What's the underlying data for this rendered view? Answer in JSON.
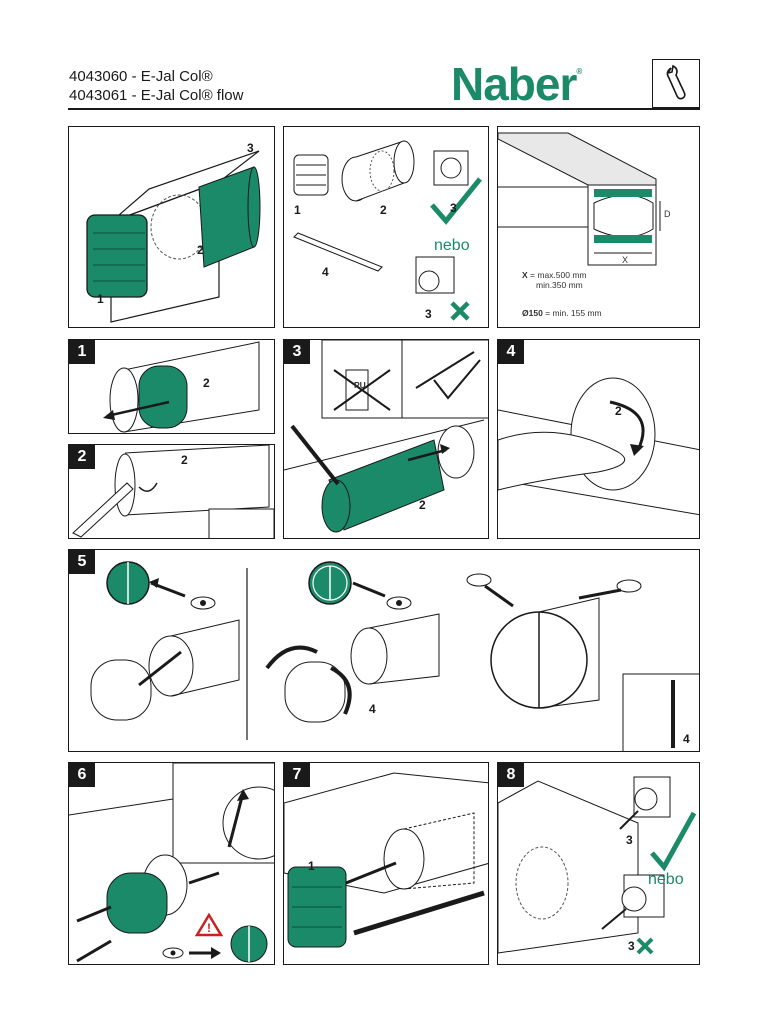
{
  "header": {
    "line1": "4043060 - E-Jal Col®",
    "line2": "4043061 - E-Jal Col® flow",
    "logo": "Naber",
    "logo_mark": "®"
  },
  "colors": {
    "accent": "#1b8a69",
    "ink": "#1a1a1a"
  },
  "icons": [
    "wrench-icon",
    "checkmark-icon",
    "cross-icon",
    "eye-icon",
    "warning-icon",
    "arrow-icon"
  ],
  "panel_overview": {
    "label_1": "1",
    "label_2": "2",
    "label_3": "3"
  },
  "panel_parts": {
    "p1": "1",
    "p2": "2",
    "p3": "3",
    "p4": "4",
    "p3b": "3",
    "nebo": "nebo"
  },
  "panel_dims": {
    "d": "D",
    "x": "X",
    "x_spec_key": "X",
    "x_spec_line1": "= max.500 mm",
    "x_spec_line2": "min.350 mm",
    "dia_key": "Ø150",
    "dia_spec": "= min. 155 mm"
  },
  "steps": {
    "s1": {
      "num": "1",
      "label": "2"
    },
    "s2": {
      "num": "2",
      "label": "2"
    },
    "s3": {
      "num": "3",
      "label": "2",
      "pu": "PU"
    },
    "s4": {
      "num": "4",
      "label": "2"
    },
    "s5": {
      "num": "5",
      "label_a": "4",
      "label_b": "4"
    },
    "s6": {
      "num": "6"
    },
    "s7": {
      "num": "7",
      "label": "1"
    },
    "s8": {
      "num": "8",
      "label_a": "3",
      "label_b": "3",
      "nebo": "nebo"
    }
  }
}
